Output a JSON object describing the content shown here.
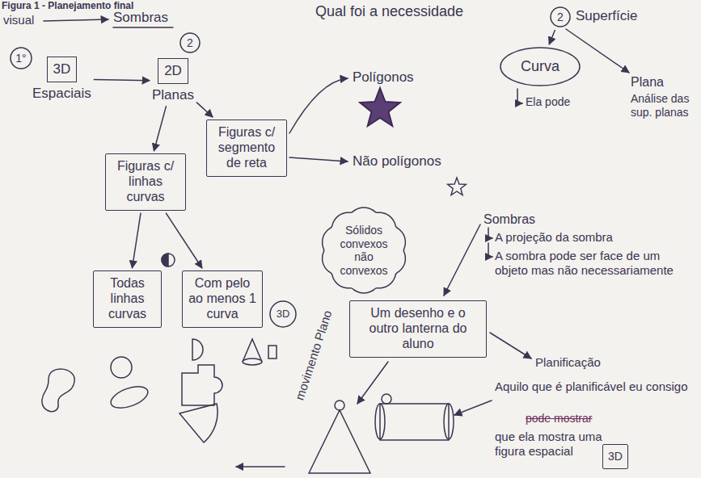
{
  "diagram": {
    "title": "Figura 1 - Planejamento final",
    "nodes": [
      {
        "text": [
          "1°"
        ]
      },
      {
        "text": [
          "3D",
          "Espaciais"
        ]
      },
      {
        "text": [
          "2"
        ]
      },
      {
        "text": [
          "2D",
          "Planas"
        ]
      },
      {
        "text": [
          "Figuras c/ linhas curvas"
        ]
      },
      {
        "text": [
          "Figuras c/ segmento de reta"
        ]
      },
      {
        "text": [
          "Todas linhas curvas"
        ]
      },
      {
        "text": [
          "Com pelo ao menos 1 curva"
        ]
      },
      {
        "text": [
          "2"
        ]
      },
      {
        "text": [
          "Curva"
        ]
      },
      {
        "text": [
          "Sólidos convexos não convexos"
        ]
      },
      {
        "text": [
          "Um desenho e o outro lanterna do aluno"
        ]
      },
      {
        "text": [
          "3D"
        ]
      },
      {
        "text": [
          "3D"
        ]
      }
    ],
    "edges": [
      {
        "from": 1,
        "to": 3,
        "arrow": "to"
      },
      {
        "from": 3,
        "to": 4,
        "arrow": "to"
      },
      {
        "from": 3,
        "to": 5,
        "arrow": "to"
      },
      {
        "from": 4,
        "to": 6,
        "arrow": "to"
      },
      {
        "from": 4,
        "to": 7,
        "arrow": "to"
      },
      {
        "from": 8,
        "to": 9,
        "arrow": "to"
      }
    ],
    "labels": [
      "visual",
      "Sombras",
      "Qual foi a necessidade",
      "Polígonos",
      "Não polígonos",
      "Superfície",
      "Ela pode",
      "Plana",
      "Análise das sup. planas",
      "Sombras",
      "A projeção da sombra",
      "A sombra pode ser face de um objeto mas não necessariamente",
      "Planificação",
      "Aquilo que é planificável eu consigo",
      "pode mostrar",
      "que ela mostra uma figura espacial",
      "movimento Plano"
    ]
  }
}
